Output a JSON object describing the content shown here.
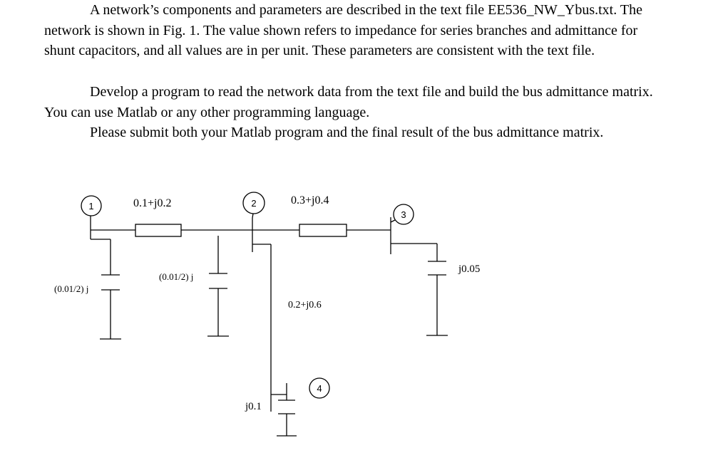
{
  "text": {
    "para1": "A network’s components and parameters are described in the text file EE536_NW_Ybus.txt. The network is shown in Fig. 1. The value shown refers to impedance for series branches and admittance for shunt capacitors, and all values are in per unit. These parameters are consistent with the text file.",
    "para2": "Develop a program to read the network data from the text file and build the bus admittance matrix. You can use Matlab or any other programming language.",
    "para3": "Please submit both your Matlab program and the final result of the bus admittance matrix."
  },
  "diagram": {
    "buses": [
      "1",
      "2",
      "3",
      "4"
    ],
    "branch_1_2": "0.1+j0.2",
    "branch_2_3": "0.3+j0.4",
    "branch_2_4": "0.2+j0.6",
    "shunt_bus1": "(0.01/2) j",
    "shunt_bus2": "(0.01/2) j",
    "shunt_bus3": "j0.05",
    "shunt_bus4": "j0.1"
  }
}
